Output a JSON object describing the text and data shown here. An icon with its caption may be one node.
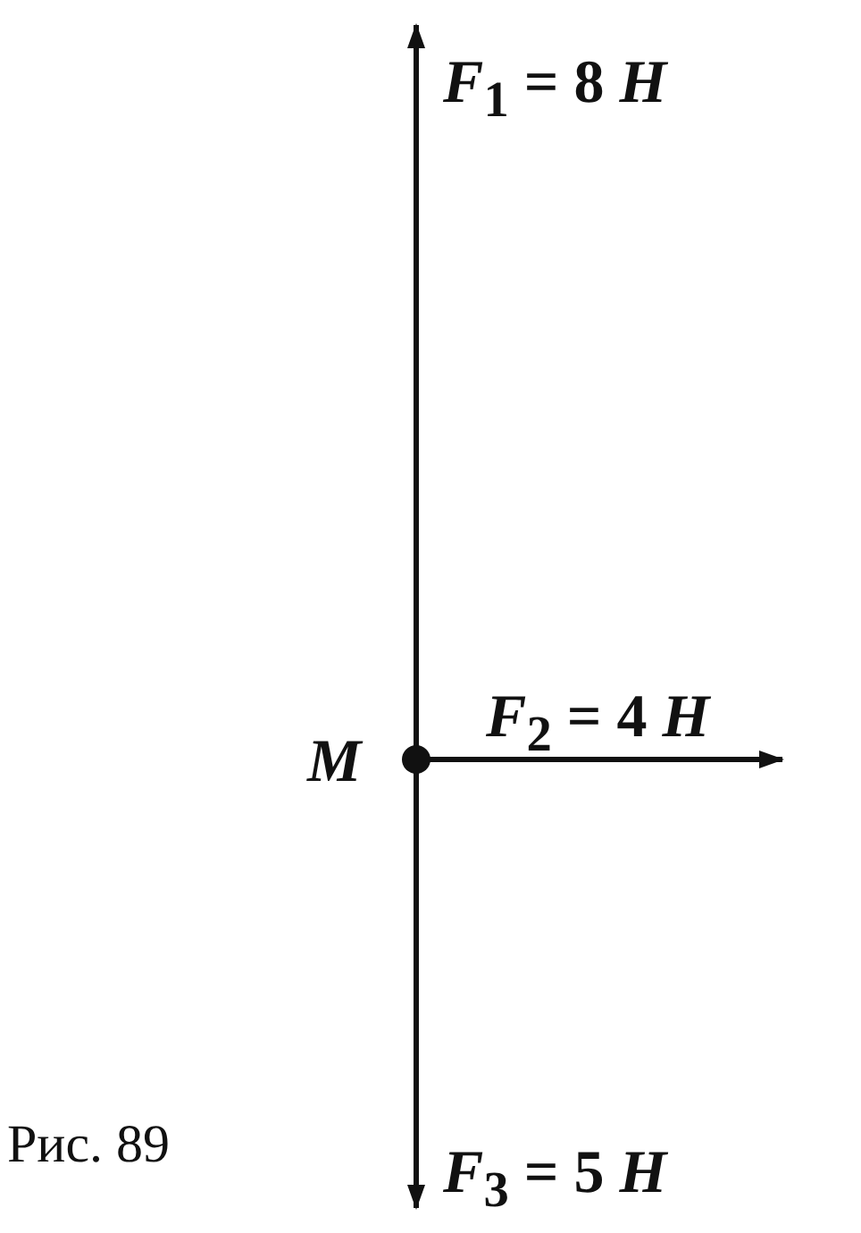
{
  "diagram": {
    "caption": "Рис. 89",
    "labels": [
      "*F*$_{1}$ = 8 *H*",
      "*F*$_{2}$ = 4 *H*",
      "*M*",
      "*F*$_{3}$ = 5 *H*"
    ]
  }
}
